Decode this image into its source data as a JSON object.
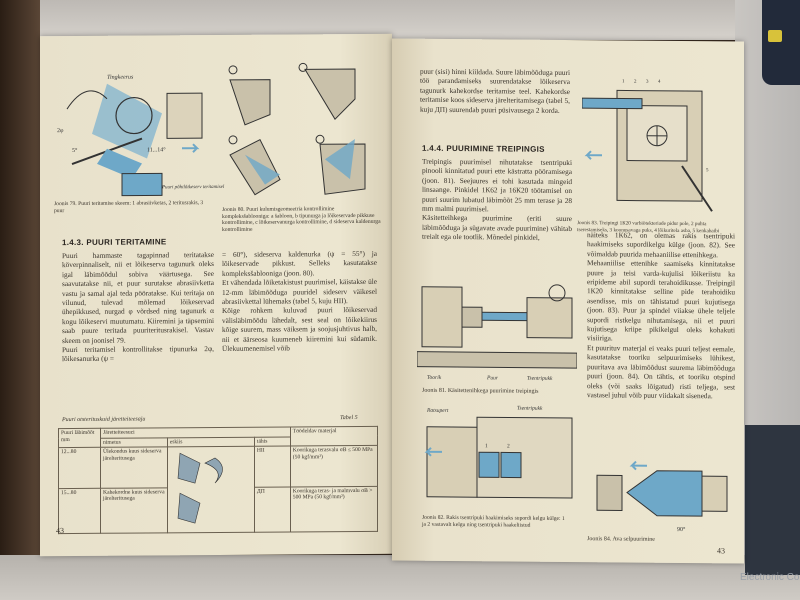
{
  "book": {
    "left_page": {
      "fig79_labels": {
        "label_top": "Tingkeerus",
        "label_bottom": "Puuri põhilõikeserv teritamisel",
        "angle_a": "2φ",
        "angle_b": "5°",
        "angle_c": "11...14°"
      },
      "fig79_caption": "Joonis 79. Puuri teritamise skeem: 1 abrasiivketas, 2 teritusrakis, 3 puur",
      "fig80_caption": "Joonis 80. Puuri kulumisgeomeetria kontrollimine kompleksšablooniga: a šabloon, b tipunurga ja lõikeservade pikkuse kontrollimine, c lõikeservanurga kontrollimine, d sideserva kaldenurga kontrollimine",
      "section_heading": "1.4.3. PUURI TERITAMINE",
      "col1": "Puuri hammaste tagapinnad teritatakse köverpinnaliselt, nii et lõikeserva tagunurk oleks igal läbimõõdul sobiva väärtusega. See saavutatakse nii, et puur surutakse abrasiivketta vastu ja samal ajal teda pööratakse. Kui teritaja on vilunud, tulevad mõlemad lõikeservad ühepikkused, nurgad φ võrdsed ning tagunurk α kogu lõikeservi muutumatu. Kiiremini ja täpsemini saab puure teritada puuriteritusrakisel. Vastav skeem on joonisel 79.\nPuuri teritamisel kontrollitakse tipunurka 2φ, lõikesanurka (ψ =",
      "col2": "= 60°), sideserva kaldenurka (ψ = 55°) ja lõikeservade pikkust. Selleks kasutatakse kompleksšablooniga (joon. 80).\nEt vähendada lõiketakistust puurimisel, käistakse üle 12-mm läbimõõduga puuridel sideserv väikesel abrasiivkettal lühemaks (tabel 5, kuju HII).\nKõige rohkem kuluvad puuri lõikeservad välisläbimõõdu lähedalt, sest seal on lõikekiirus kõige suurem, mass väiksem ja soojusjuhtivus halb, nii et äärseosa kuumeneb kiiremini kui südamik. Ülekuumenemisel võib",
      "table_title": "Puuri otsterituskuid järetteiteesaju",
      "table_label": "Tabel 5",
      "table_headers": [
        "Puuri läbimõõt mm",
        "Järetteiteesuci",
        "",
        "",
        "Töödeldav materjal"
      ],
      "table_subheaders": [
        "nimetus",
        "eskiis",
        "tähis"
      ],
      "table_rows": [
        {
          "diameter": "12...80",
          "name": "Ülekondus kuus sideserva järelteritusega",
          "code": "HII",
          "material": "Koorikuga terasvalu σB ≤ 500 MPa (50 kgf/mm²)"
        },
        {
          "diameter": "15...80",
          "name": "Kahekordne kuus sideserva järelteritusega",
          "code": "ДП",
          "material": "Koorikuga teras- ja malmvalu σB > 500 MPa (50 kgf/mm²)"
        }
      ],
      "page_number": "43"
    },
    "right_page": {
      "top_text": "puur (sisi) hinni kiildada. Suure läbimõõduga puuri töö parandamiseks suurendatakse lõikeserva tagunurk kahekordse teritamise teel. Kahekordse teritamise koos sideserva järelteritamisega (tabel 5, kuju ДП) suurendab puuri püsivausega 2 korda.",
      "fig83_caption": "Joonis 83. Treipingi 1К20 varbiötekteriade pidur pole, 2 puhta tserestamiseks, 3 koonusavaga puks, 4 lõikuritela asba, 5 kenkahaibi",
      "fig83_labels": [
        "1",
        "2",
        "3",
        "4",
        "5"
      ],
      "section_heading": "1.4.4. PUURIMINE TREIPINGIS",
      "col1": "Treipingis puurimisel nihutatakse tsentripuki pinooli kinnitatud puuri ette kästratta pööramisega (joon. 81). Seejuures ei tohi kasutada mingeid linsaange. Pinkidel 1К62 ja 16К20 töötamisel on puuri suurim lubatud läbimõõt 25 mm terase ja 28 mm malmi puurimisel.\nKäsitetteihkega puurimine (eriti suure läbimõõduga ja sügavate avade puurimine) vähitab treialt ega ole tootlik. Mõnedel pinkidel,",
      "fig81_labels": [
        "Toorik",
        "Puur",
        "Tsentripukk"
      ],
      "fig81_caption": "Joonis 81. Käsitettenihkega puurimine treipingis",
      "fig82_labels": [
        "Ratsupert",
        "Tsentripukk",
        "1",
        "2"
      ],
      "fig82_caption": "Joonis 82. Rakis tsentripuki haakimiseks supordi kelgu külge: 1 ja 2 vastavalt kelgu ning tsentripuki haakeliistud",
      "col2": "näiteks 1К62, on olemas rakis tsentripuki haakimiseks supordikelgu külge (joon. 82). See võimaldab puurida mehaaniilise ettenihkega.\nMehaaniilise ettenihke saamiseks kinnitatakse puure ja teisi varda-kujulisi lõikeriistu ka eripideme abil supordi terahoidikusse. Treipingil 1К20 kinnitatakse selline pide terahoidiku asendisse, mis on tähistatud puuri kujutisega (joon. 83). Puur ja spindel viiakse ühele teljele supordi ristkelgu nihutamisega, nii et puuri kujutisega kriipe pikikelgul oleks kohakuti visiiriga.\nEt puurituv materjal ei veaks puuri teljest eemale, kasutatakse tooriku selpuurimiseks lühikest, puuritava ava läbimõõdust suurema läbimõõduga puuri (joon. 84). On tähtis, et tooriku otspind oleks (või saaks lõigatud) risti teljega, sest vastasel juhul võib puur viidakalt siseneda.",
      "fig84_caption": "Joonis 84. Ava selpuurimine",
      "fig84_angle": "90°",
      "page_number": "43"
    }
  },
  "background": {
    "device_text": "Electronic Cor"
  },
  "colors": {
    "paper": "#ece5cf",
    "ink": "#3a342c",
    "accent_blue": "#6ea8c8"
  }
}
